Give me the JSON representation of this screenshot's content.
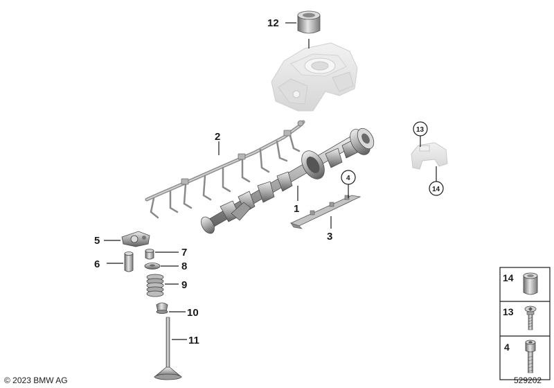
{
  "callouts": {
    "c1": "1",
    "c2": "2",
    "c3": "3",
    "c4": "4",
    "c5": "5",
    "c6": "6",
    "c7": "7",
    "c8": "8",
    "c9": "9",
    "c10": "10",
    "c11": "11",
    "c12": "12",
    "c13": "13",
    "c14": "14"
  },
  "legend": {
    "items": [
      {
        "label": "14",
        "icon": "sleeve-icon"
      },
      {
        "label": "13",
        "icon": "torx-screw-icon"
      },
      {
        "label": "4",
        "icon": "hex-socket-screw-icon"
      }
    ]
  },
  "footer": {
    "copyright": "© 2023 BMW AG",
    "diagram_number": "529202"
  },
  "colors": {
    "part_fill": "#c9c9c9",
    "part_dark": "#7a7a7a",
    "faded_part": "#e4e4e4",
    "ink": "#1a1a1a"
  }
}
